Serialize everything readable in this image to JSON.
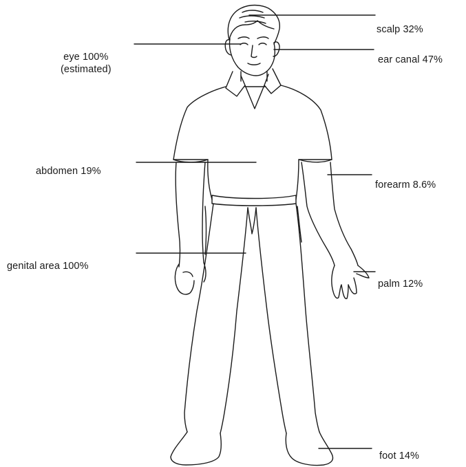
{
  "colors": {
    "ink": "#1a1a1a",
    "background": "#ffffff"
  },
  "labels": {
    "scalp": "scalp 32%",
    "eye": "eye 100%",
    "eye_note": "(estimated)",
    "ear_canal": "ear canal 47%",
    "abdomen": "abdomen 19%",
    "forearm": "forearm 8.6%",
    "genital_area": "genital area 100%",
    "palm": "palm 12%",
    "foot": "foot 14%"
  }
}
